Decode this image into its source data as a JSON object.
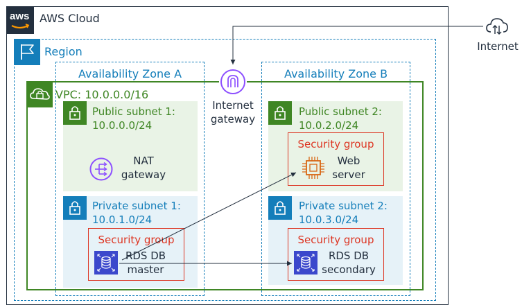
{
  "cloud": {
    "label": "AWS Cloud",
    "logo_text": "aws"
  },
  "region": {
    "label": "Region"
  },
  "az_a": {
    "label": "Availability Zone A"
  },
  "az_b": {
    "label": "Availability Zone B"
  },
  "vpc": {
    "label": "VPC: 10.0.0.0/16"
  },
  "internet": {
    "label": "Internet"
  },
  "igw": {
    "line1": "Internet",
    "line2": "gateway"
  },
  "public_subnet_1": {
    "line1": "Public subnet 1:",
    "line2": "10.0.0.0/24"
  },
  "public_subnet_2": {
    "line1": "Public subnet 2:",
    "line2": "10.0.2.0/24"
  },
  "private_subnet_1": {
    "line1": "Private subnet 1:",
    "line2": "10.0.1.0/24"
  },
  "private_subnet_2": {
    "line1": "Private subnet 2:",
    "line2": "10.0.3.0/24"
  },
  "nat": {
    "line1": "NAT",
    "line2": "gateway"
  },
  "web": {
    "sg_label": "Security group",
    "line1": "Web",
    "line2": "server"
  },
  "rds_master": {
    "sg_label": "Security group",
    "line1": "RDS DB",
    "line2": "master"
  },
  "rds_secondary": {
    "sg_label": "Security group",
    "line1": "RDS DB",
    "line2": "secondary"
  },
  "colors": {
    "aws_dark": "#232f3e",
    "blue": "#147eba",
    "green": "#3f8624",
    "red": "#dd3522",
    "purple": "#8c4fff",
    "ec2_orange": "#d86613",
    "rds_blue": "#3b48cc"
  }
}
